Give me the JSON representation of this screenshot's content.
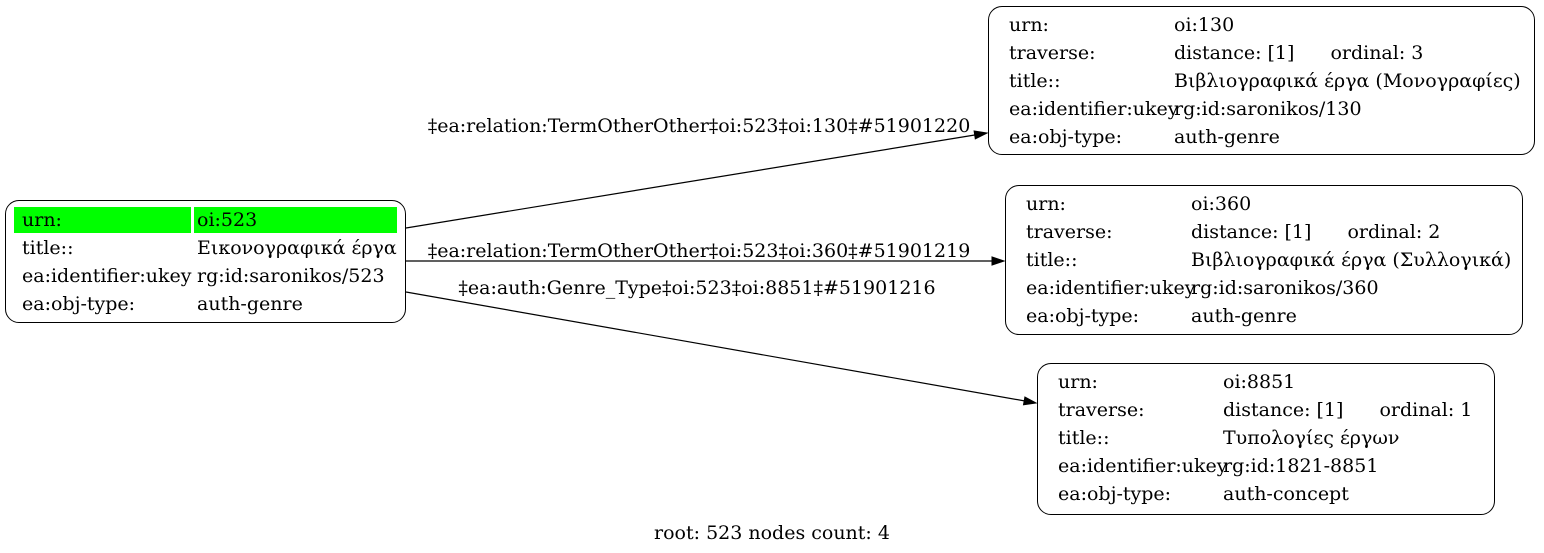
{
  "diagram": {
    "footer": "root: 523 nodes count: 4",
    "highlight_color": "#00ff00",
    "nodes": {
      "root": {
        "rows": [
          {
            "label": "urn:",
            "value": "oi:523"
          },
          {
            "label": "title::",
            "value": "Εικονογραφικά έργα"
          },
          {
            "label": "ea:identifier:ukey",
            "value": "rg:id:saronikos/523"
          },
          {
            "label": "ea:obj-type:",
            "value": "auth-genre"
          }
        ]
      },
      "n130": {
        "rows": [
          {
            "label": "urn:",
            "value": "oi:130"
          },
          {
            "label": "traverse:",
            "value": "distance: [1]",
            "value2": "ordinal: 3"
          },
          {
            "label": "title::",
            "value": "Βιβλιογραφικά έργα (Μονογραφίες)"
          },
          {
            "label": "ea:identifier:ukey",
            "value": "rg:id:saronikos/130"
          },
          {
            "label": "ea:obj-type:",
            "value": "auth-genre"
          }
        ]
      },
      "n360": {
        "rows": [
          {
            "label": "urn:",
            "value": "oi:360"
          },
          {
            "label": "traverse:",
            "value": "distance: [1]",
            "value2": "ordinal: 2"
          },
          {
            "label": "title::",
            "value": "Βιβλιογραφικά έργα (Συλλογικά)"
          },
          {
            "label": "ea:identifier:ukey",
            "value": "rg:id:saronikos/360"
          },
          {
            "label": "ea:obj-type:",
            "value": "auth-genre"
          }
        ]
      },
      "n8851": {
        "rows": [
          {
            "label": "urn:",
            "value": "oi:8851"
          },
          {
            "label": "traverse:",
            "value": "distance: [1]",
            "value2": "ordinal: 1"
          },
          {
            "label": "title::",
            "value": "Τυπολογίες έργων"
          },
          {
            "label": "ea:identifier:ukey",
            "value": "rg:id:1821-8851"
          },
          {
            "label": "ea:obj-type:",
            "value": "auth-concept"
          }
        ]
      }
    },
    "edges": [
      {
        "label": "‡ea:relation:TermOtherOther‡oi:523‡oi:130‡#51901220"
      },
      {
        "label": "‡ea:relation:TermOtherOther‡oi:523‡oi:360‡#51901219"
      },
      {
        "label": "‡ea:auth:Genre_Type‡oi:523‡oi:8851‡#51901216"
      }
    ]
  }
}
